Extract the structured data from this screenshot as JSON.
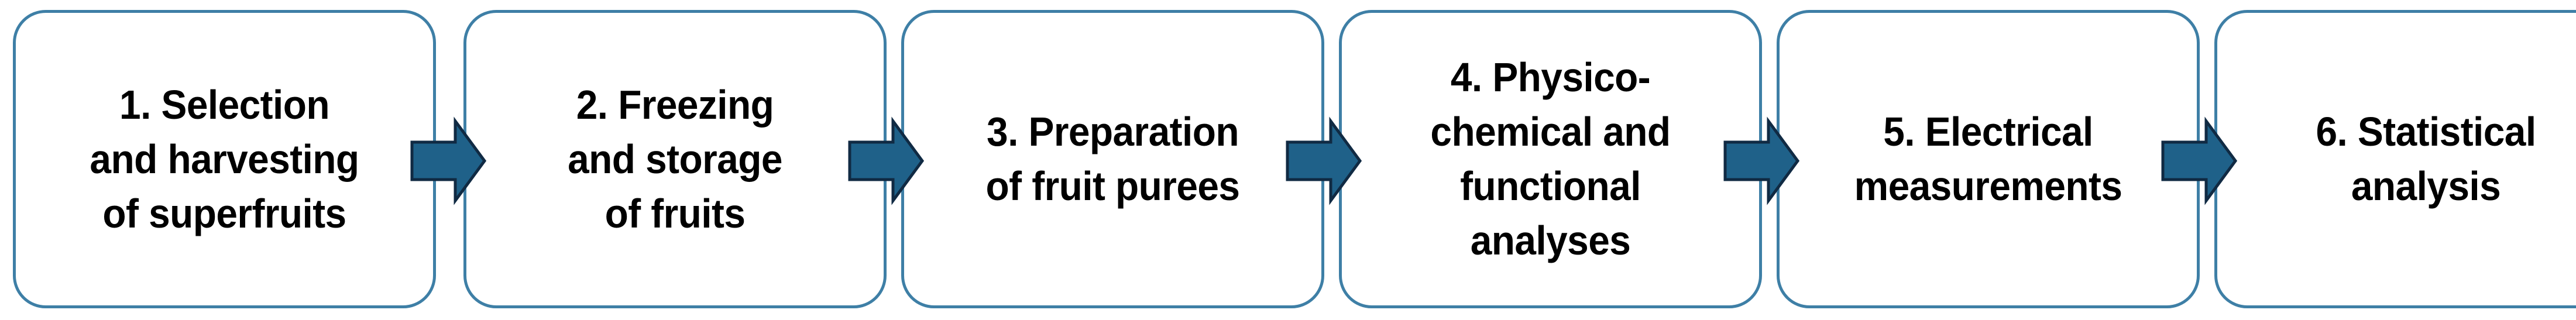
{
  "diagram": {
    "type": "linear-process-flowchart",
    "orientation": "horizontal",
    "step_count": 6,
    "connector_count": 5,
    "colors": {
      "box_border": "#3e7fa6",
      "box_fill": "#ffffff",
      "arrow_fill": "#1f6189",
      "arrow_outline": "#102a43",
      "text": "#000000",
      "background": "#ffffff"
    },
    "steps": [
      {
        "number": "1",
        "label": "1. Selection\nand harvesting\nof superfruits",
        "name": "selection-and-harvesting-of-superfruits",
        "lines": [
          "1. Selection",
          "and harvesting",
          "of superfruits"
        ]
      },
      {
        "number": "2",
        "label": "2. Freezing\nand storage\nof fruits",
        "name": "freezing-and-storage-of-fruits",
        "lines": [
          "2. Freezing",
          "and storage",
          "of fruits"
        ]
      },
      {
        "number": "3",
        "label": "3. Preparation\nof fruit purees",
        "name": "preparation-of-fruit-purees",
        "lines": [
          "3. Preparation",
          "of fruit purees"
        ]
      },
      {
        "number": "4",
        "label": "4. Physico-\nchemical and\nfunctional\nanalyses",
        "name": "physico-chemical-and-functional-analyses",
        "lines": [
          "4. Physico-",
          "chemical and",
          "functional",
          "analyses"
        ]
      },
      {
        "number": "5",
        "label": "5. Electrical\nmeasurements",
        "name": "electrical-measurements",
        "lines": [
          "5. Electrical",
          "measurements"
        ]
      },
      {
        "number": "6",
        "label": "6. Statistical\nanalysis",
        "name": "statistical-analysis",
        "lines": [
          "6. Statistical",
          "analysis"
        ]
      }
    ],
    "connectors": [
      {
        "from": "1",
        "to": "2",
        "icon": "right-arrow-icon"
      },
      {
        "from": "2",
        "to": "3",
        "icon": "right-arrow-icon"
      },
      {
        "from": "3",
        "to": "4",
        "icon": "right-arrow-icon"
      },
      {
        "from": "4",
        "to": "5",
        "icon": "right-arrow-icon"
      },
      {
        "from": "5",
        "to": "6",
        "icon": "right-arrow-icon"
      }
    ]
  }
}
